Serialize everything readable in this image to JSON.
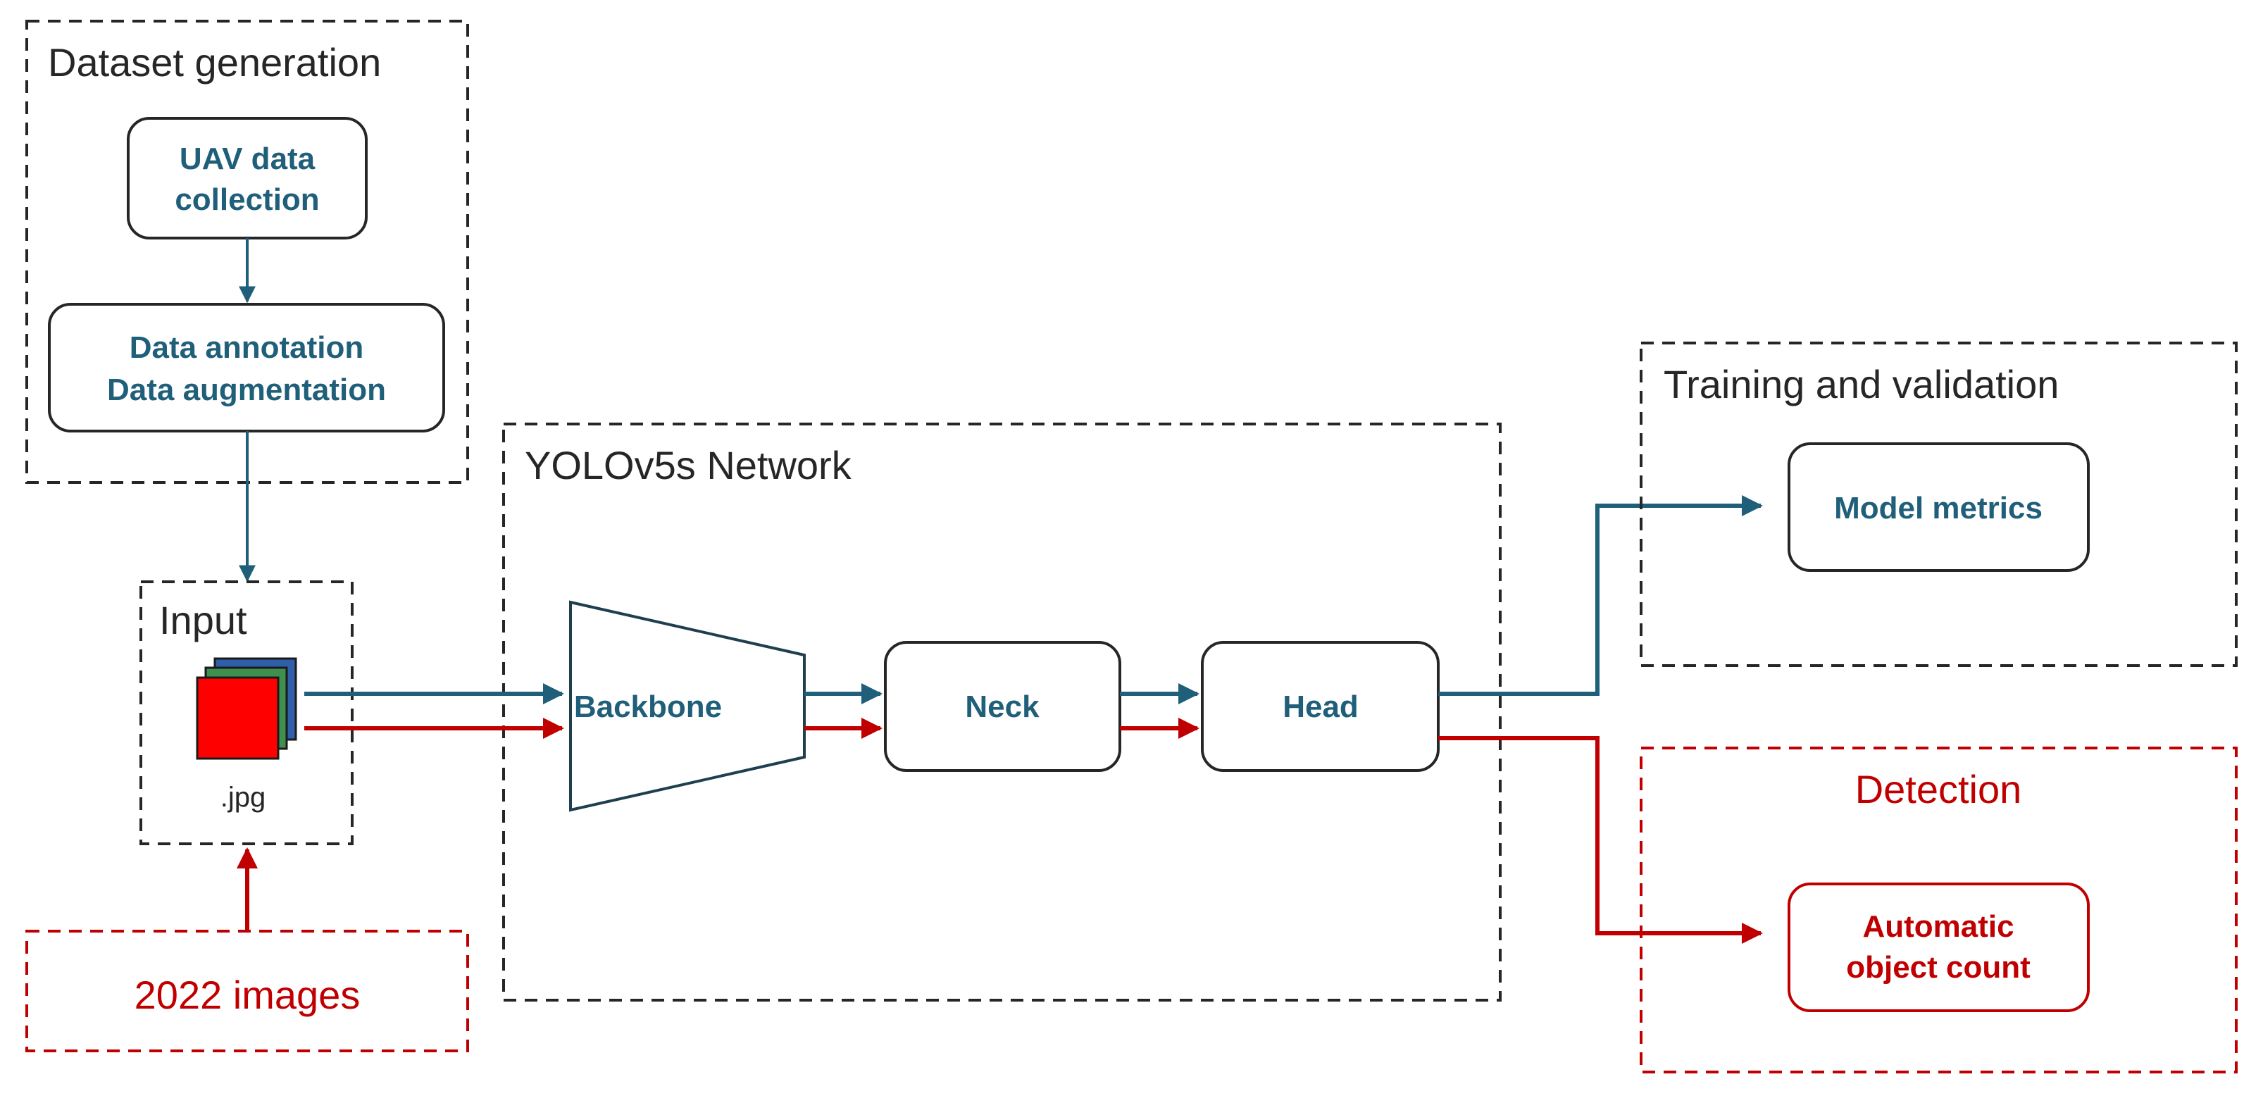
{
  "colors": {
    "teal": "#1f5f7a",
    "red": "#c00000",
    "dark": "#262626"
  },
  "groups": {
    "dataset_generation": "Dataset generation",
    "input": "Input",
    "network": "YOLOv5s Network",
    "training": "Training and validation",
    "detection": "Detection",
    "images": "2022 images"
  },
  "nodes": {
    "uav": [
      "UAV data",
      "collection"
    ],
    "annotation": [
      "Data annotation",
      "Data augmentation"
    ],
    "backbone": "Backbone",
    "neck": "Neck",
    "head": "Head",
    "metrics": "Model metrics",
    "count": [
      "Automatic",
      "object count"
    ]
  },
  "input_file_label": ".jpg",
  "icons": {
    "input_image": "image-stack-icon"
  }
}
